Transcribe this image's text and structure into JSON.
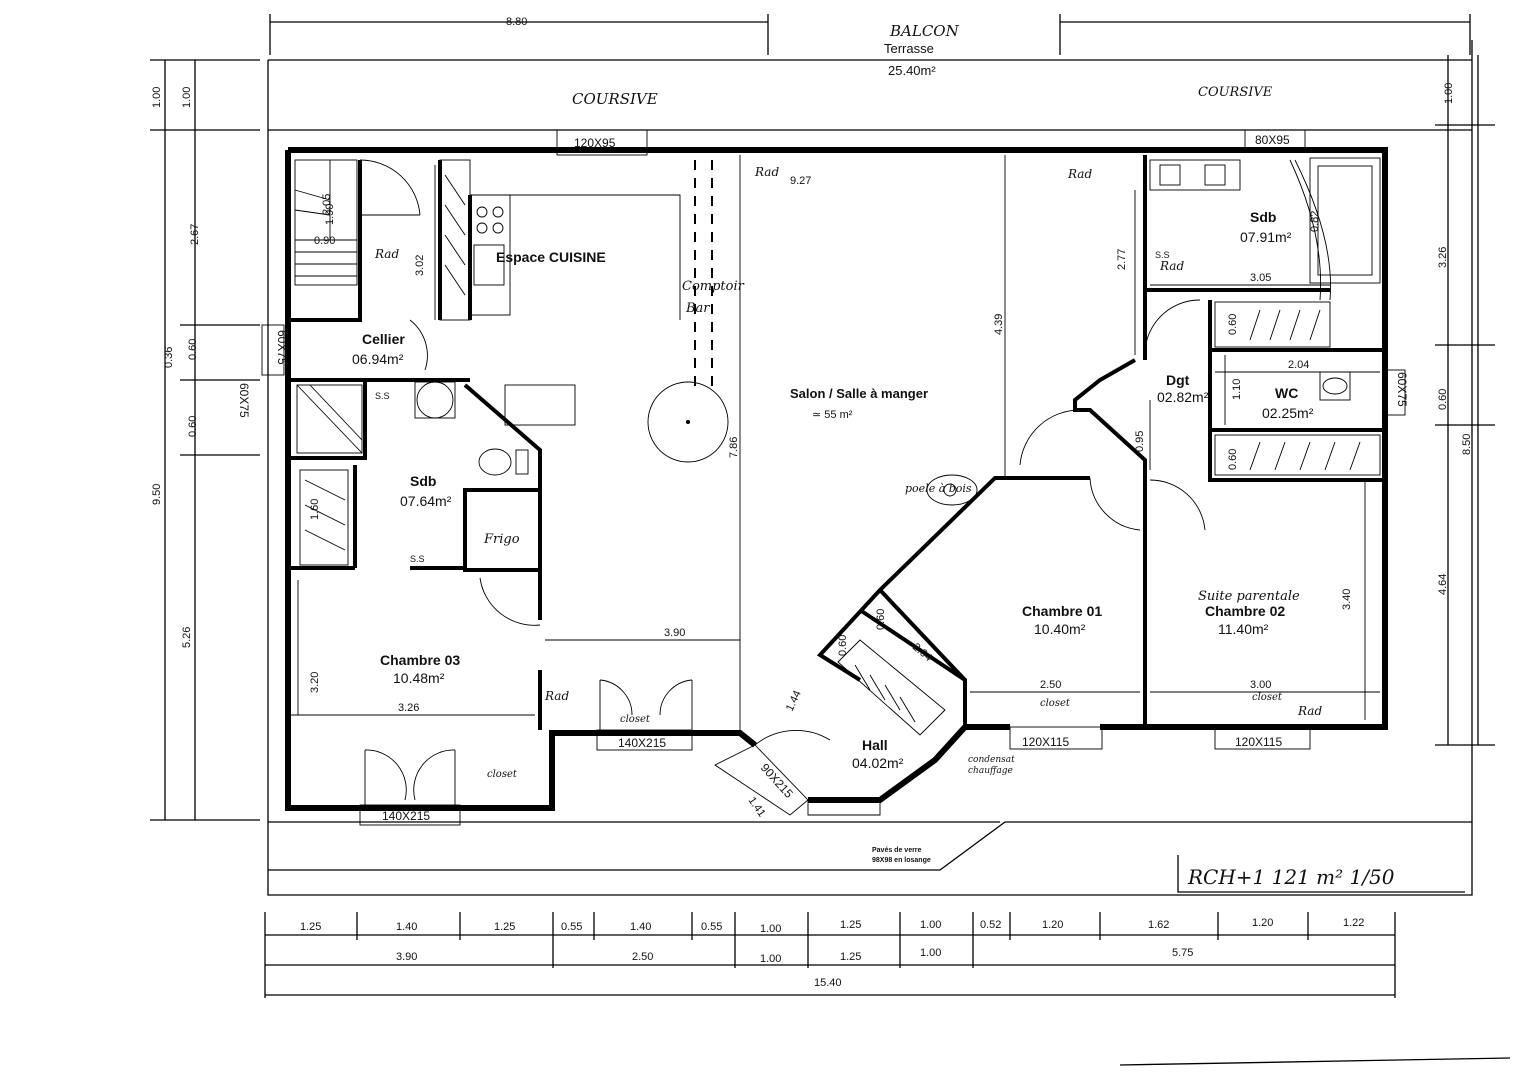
{
  "labels": {
    "balcon": "BALCON",
    "terrasse": "Terrasse",
    "terrasse_area": "25.40m²",
    "coursive_left": "COURSIVE",
    "coursive_right": "COURSIVE",
    "cuisine": "Espace CUISINE",
    "comptoir": "Comptoir",
    "bar": "Bar",
    "cellier": "Cellier",
    "cellier_area": "06.94m²",
    "sdb_left": "Sdb",
    "sdb_left_area": "07.64m²",
    "frigo": "Frigo",
    "salon": "Salon / Salle à manger",
    "salon_area": "≃ 55 m²",
    "sdb_right": "Sdb",
    "sdb_right_area": "07.91m²",
    "dgt": "Dgt",
    "dgt_area": "02.82m²",
    "wc": "WC",
    "wc_area": "02.25m²",
    "poele": "poele à bois",
    "chambre01": "Chambre 01",
    "chambre01_area": "10.40m²",
    "suite": "Suite parentale",
    "chambre02": "Chambre 02",
    "chambre02_area": "11.40m²",
    "chambre03": "Chambre 03",
    "chambre03_area": "10.48m²",
    "hall": "Hall",
    "hall_area": "04.02m²",
    "pave": "Pavés de verre",
    "pave2": "98X98 en losange",
    "condensat": "condensat",
    "chauffage": "chauffage",
    "title_block": "RCH+1    121 m²    1/50"
  },
  "windows": {
    "w1": "120X95",
    "w2": "80X95",
    "w3": "60X75",
    "w4": "60X75",
    "w5": "60X75",
    "w6": "140X215",
    "w7": "140X215",
    "w8": "90X215",
    "w9": "120X115",
    "w10": "120X115"
  },
  "rad_labels": [
    "Rad",
    "Rad",
    "Rad",
    "Rad",
    "Rad",
    "Rad"
  ],
  "closet_labels": [
    "closet",
    "closet",
    "closet",
    "closet"
  ],
  "small_marks": {
    "s5a": "S.S",
    "s5b": "S.S",
    "s8": "S.S"
  },
  "dims": {
    "top_left": "8.80",
    "d927": "9.27",
    "d390_top": "3.90",
    "d302": "3.02",
    "d090": "0.90",
    "d190": "1.90",
    "d277": "2.77",
    "d305": "3.05",
    "d439": "4.39",
    "d786": "7.86",
    "d204a": "2.04",
    "d095": "0.95",
    "d110": "1.10",
    "d060a": "0.60",
    "d060b": "0.60",
    "d160": "1.60",
    "d320": "3.20",
    "d326": "3.26",
    "d250": "2.50",
    "d300": "3.00",
    "d340": "3.40",
    "d204b": "2.04",
    "d060c": "0.60",
    "d060d": "0.60",
    "d144": "1.44",
    "d141": "1.41",
    "d205": "2.05",
    "d082": "0.82"
  },
  "left_dims": {
    "a100": "1.00",
    "b100": "1.00",
    "c267": "2.67",
    "c036": "0.36",
    "c060a": "0.60",
    "c060b": "0.60",
    "c950": "9.50",
    "c526": "5.26"
  },
  "right_dims": {
    "r100": "1.00",
    "r326": "3.26",
    "r060": "0.60",
    "r850": "8.50",
    "r464": "4.64"
  },
  "bottom_row1": [
    "1.25",
    "1.40",
    "1.25",
    "0.55",
    "1.40",
    "0.55",
    "1.00",
    "1.25",
    "1.00",
    "0.52",
    "1.20",
    "1.62",
    "1.20",
    "1.22"
  ],
  "bottom_row2": [
    "3.90",
    "2.50",
    "1.00",
    "1.25",
    "1.00",
    "5.75"
  ],
  "bottom_total": "15.40"
}
